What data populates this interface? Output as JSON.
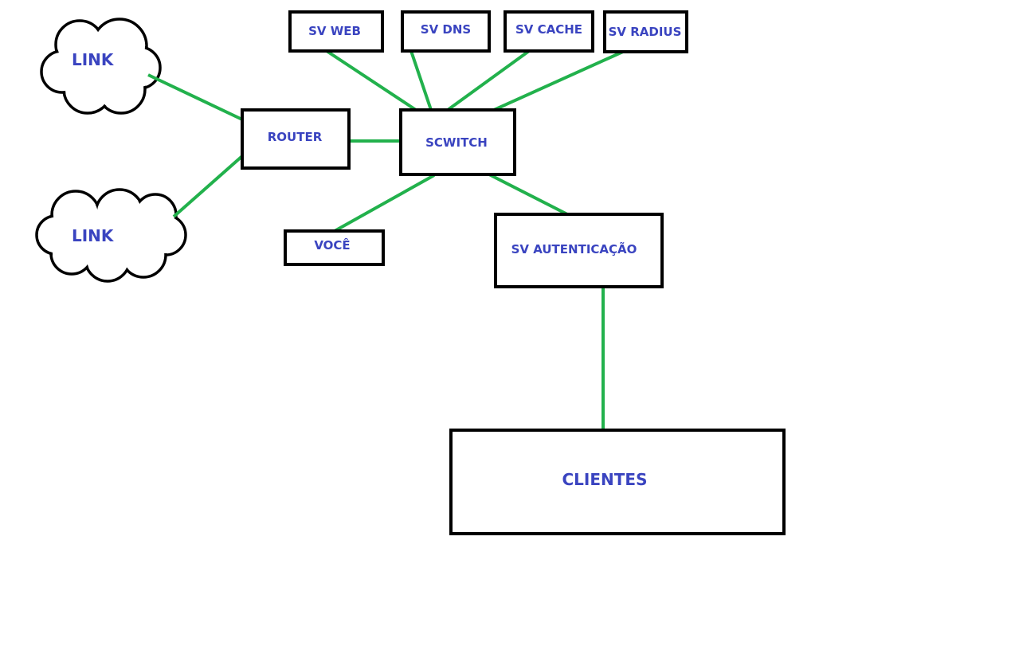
{
  "colors": {
    "link_line": "#22b14c",
    "label_text": "#3a44c0",
    "border": "#000000"
  },
  "nodes": {
    "link1": "LINK",
    "link2": "LINK",
    "router": "ROUTER",
    "switch": "SCWITCH",
    "sv_web": "SV WEB",
    "sv_dns": "SV DNS",
    "sv_cache": "SV CACHE",
    "sv_radius": "SV RADIUS",
    "voce": "VOCÊ",
    "sv_autenticacao": "SV AUTENTICAÇÃO",
    "clientes": "CLIENTES"
  },
  "connections": [
    {
      "from": "link1",
      "to": "router"
    },
    {
      "from": "link2",
      "to": "router"
    },
    {
      "from": "router",
      "to": "switch"
    },
    {
      "from": "sv_web",
      "to": "switch"
    },
    {
      "from": "sv_dns",
      "to": "switch"
    },
    {
      "from": "sv_cache",
      "to": "switch"
    },
    {
      "from": "sv_radius",
      "to": "switch"
    },
    {
      "from": "switch",
      "to": "voce"
    },
    {
      "from": "switch",
      "to": "sv_autenticacao"
    },
    {
      "from": "sv_autenticacao",
      "to": "clientes"
    }
  ]
}
